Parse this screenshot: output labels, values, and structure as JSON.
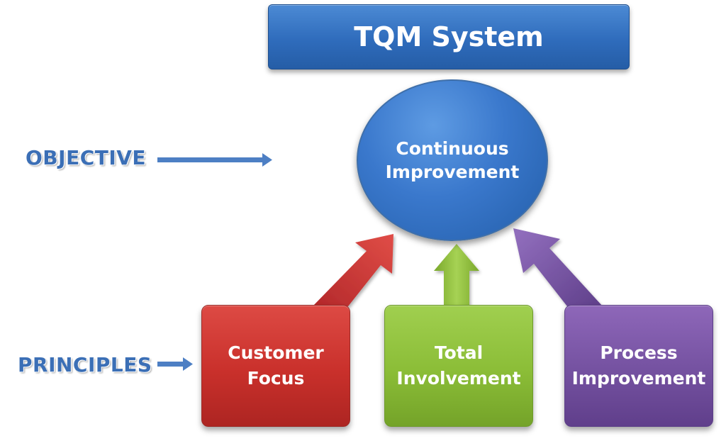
{
  "title": "TQM System",
  "objective": {
    "side_label": "OBJECTIVE",
    "line1": "Continuous",
    "line2": "Improvement"
  },
  "principles": {
    "side_label": "PRINCIPLES",
    "items": [
      {
        "line1": "Customer",
        "line2": "Focus",
        "color": "#c9302b"
      },
      {
        "line1": "Total",
        "line2": "Involvement",
        "color": "#8bbd37"
      },
      {
        "line1": "Process",
        "line2": "Improvement",
        "color": "#7451a0"
      }
    ]
  },
  "colors": {
    "title_blue": "#2f6cbc",
    "goal_blue": "#3a78cc",
    "label_blue": "#3b6fb6",
    "pointer_blue": "#4d7fc4"
  }
}
